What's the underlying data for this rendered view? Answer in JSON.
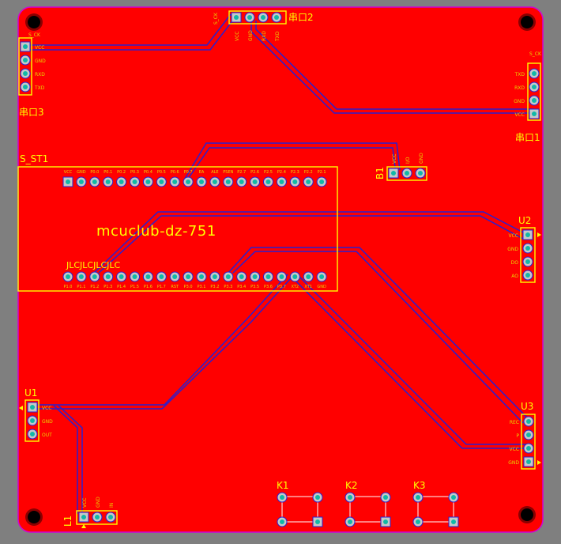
{
  "board": {
    "colors": {
      "board": "#ff0000",
      "edge": "#d400d4",
      "silk": "#ffff00",
      "trace": "#2a1fd0",
      "background": "#7f7f7f"
    }
  },
  "title": "mcuclub-dz-751",
  "jlc": "JLCJLCJLCJLC",
  "components": {
    "ck2": {
      "designator": "串口2",
      "pins": [
        "VCC",
        "GND",
        "RXD",
        "TXD"
      ],
      "ref": "S_CK"
    },
    "ck3": {
      "designator": "串口3",
      "pins": [
        "VCC",
        "GND",
        "RXD",
        "TXD"
      ],
      "ref": "S_CK"
    },
    "ck1": {
      "designator": "串口1",
      "pins": [
        "TXD",
        "RXD",
        "GND",
        "VCC"
      ],
      "ref": "S_CK"
    },
    "st1": {
      "designator": "S_ST1",
      "top_pins": [
        "VCC",
        "GND",
        "P0.0",
        "P0.1",
        "P0.2",
        "P0.3",
        "P0.4",
        "P0.5",
        "P0.6",
        "P0.7",
        "EA",
        "ALE",
        "PSEN",
        "P2.7",
        "P2.6",
        "P2.5",
        "P2.4",
        "P2.3",
        "P2.2",
        "P2.1"
      ],
      "bottom_pins": [
        "P1.0",
        "P1.1",
        "P1.2",
        "P1.3",
        "P1.4",
        "P1.5",
        "P1.6",
        "P1.7",
        "RST",
        "P3.0",
        "P3.1",
        "P3.2",
        "P3.3",
        "P3.4",
        "P3.5",
        "P3.6",
        "P3.7",
        "XT2",
        "XT1",
        "GND"
      ]
    },
    "b1": {
      "designator": "B1",
      "pins": [
        "VCC",
        "I/O",
        "GND"
      ]
    },
    "u2": {
      "designator": "U2",
      "pins": [
        "VCC",
        "GND",
        "DO",
        "AO"
      ]
    },
    "u1": {
      "designator": "U1",
      "pins": [
        "VCC",
        "GND",
        "OUT"
      ]
    },
    "u3": {
      "designator": "U3",
      "pins": [
        "REC",
        "P",
        "VCC",
        "GND"
      ]
    },
    "l1": {
      "designator": "L1",
      "pins": [
        "VCC",
        "GND",
        "IN"
      ]
    },
    "k1": {
      "designator": "K1"
    },
    "k2": {
      "designator": "K2"
    },
    "k3": {
      "designator": "K3"
    }
  }
}
